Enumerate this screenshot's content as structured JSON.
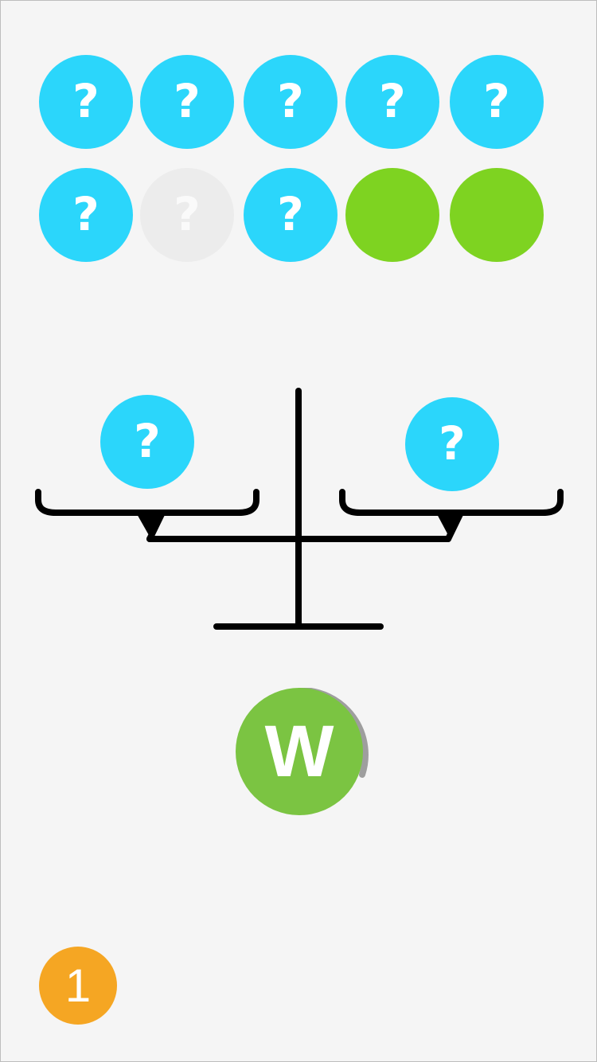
{
  "colors": {
    "background": "#f5f5f5",
    "unknown_ball": "#2bd6fb",
    "used_ball": "#ececec",
    "verified_ball": "#7ed321",
    "weigh_button": "#7bc442",
    "counter": "#f5a623",
    "scale": "#000000",
    "progress_ring": "#9e9e9e"
  },
  "balls": {
    "row1": [
      {
        "label": "?",
        "state": "unknown"
      },
      {
        "label": "?",
        "state": "unknown"
      },
      {
        "label": "?",
        "state": "unknown"
      },
      {
        "label": "?",
        "state": "unknown"
      },
      {
        "label": "?",
        "state": "unknown"
      }
    ],
    "row2": [
      {
        "label": "?",
        "state": "unknown"
      },
      {
        "label": "?",
        "state": "used"
      },
      {
        "label": "?",
        "state": "unknown"
      },
      {
        "label": "",
        "state": "verified"
      },
      {
        "label": "",
        "state": "verified"
      }
    ]
  },
  "scale": {
    "left_pan_ball": "?",
    "right_pan_ball": "?"
  },
  "weigh_button": {
    "label": "W",
    "progress_fraction": 0.3
  },
  "counter": {
    "value": "1"
  }
}
